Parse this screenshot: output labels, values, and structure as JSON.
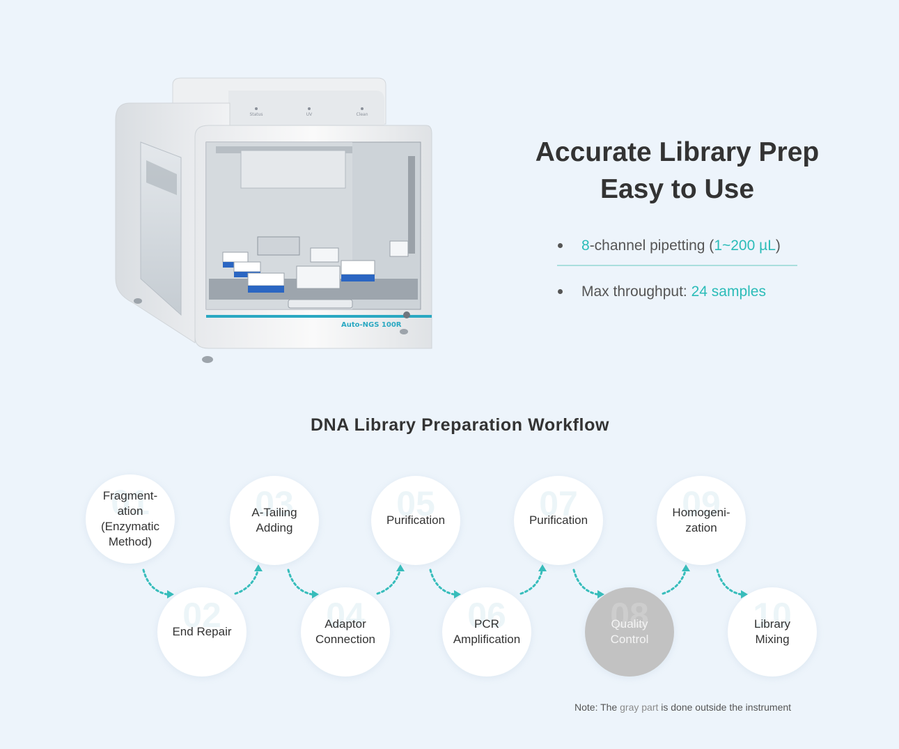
{
  "hero": {
    "title_line1": "Accurate Library Prep",
    "title_line2": "Easy to Use"
  },
  "features": {
    "f1": {
      "num": "8",
      "mid": "-channel pipetting (",
      "range": "1~200 µL",
      "end": ")"
    },
    "f2": {
      "label": "Max throughput: ",
      "value": "24 samples"
    }
  },
  "instrument": {
    "model": "Auto-NGS 100R",
    "indicators": [
      "Status",
      "UV",
      "Clean"
    ]
  },
  "workflow": {
    "title": "DNA Library Preparation Workflow",
    "steps": [
      {
        "num": "01",
        "label": "Fragment-\nation\n(Enzymatic\nMethod)",
        "outside": false
      },
      {
        "num": "02",
        "label": "End Repair",
        "outside": false
      },
      {
        "num": "03",
        "label": "A-Tailing\nAdding",
        "outside": false
      },
      {
        "num": "04",
        "label": "Adaptor\nConnection",
        "outside": false
      },
      {
        "num": "05",
        "label": "Purification",
        "outside": false
      },
      {
        "num": "06",
        "label": "PCR\nAmplification",
        "outside": false
      },
      {
        "num": "07",
        "label": "Purification",
        "outside": false
      },
      {
        "num": "08",
        "label": "Quality\nControl",
        "outside": true
      },
      {
        "num": "09",
        "label": "Homogeni-\nzation",
        "outside": false
      },
      {
        "num": "10",
        "label": "Library\nMixing",
        "outside": false
      }
    ]
  },
  "note": {
    "prefix": "Note: The ",
    "gray": "gray part",
    "suffix": " is done outside the instrument"
  },
  "colors": {
    "accent": "#2bbcb8",
    "background": "#edf4fb",
    "outside_step": "#c2c2c2"
  }
}
